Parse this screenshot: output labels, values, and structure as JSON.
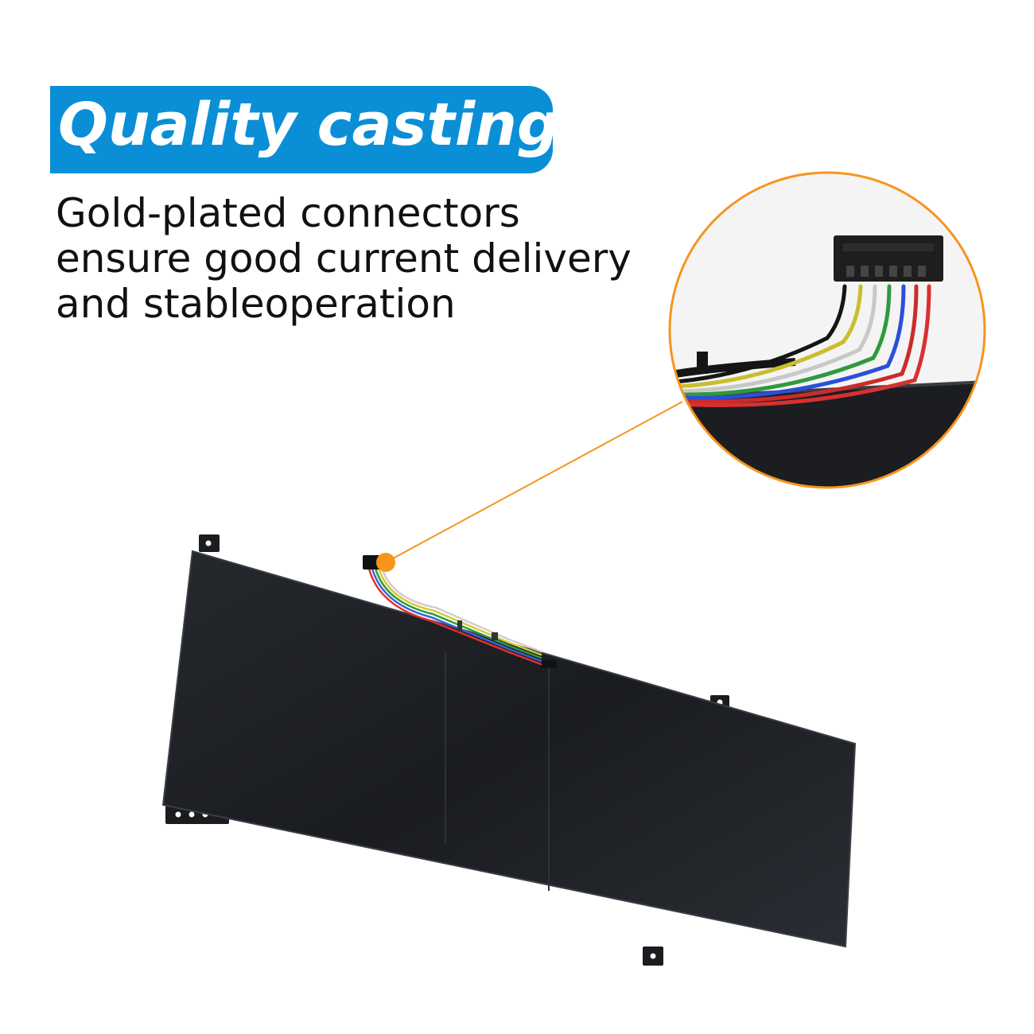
{
  "banner": {
    "title": "Quality casting"
  },
  "description": {
    "lines": [
      "Gold-plated connectors",
      "ensure good current delivery",
      "and stableoperation"
    ]
  },
  "colors": {
    "banner_bg": "#0a8fd6",
    "callout_orange": "#f7941d",
    "battery_body": "#1c1e22"
  },
  "icons": {
    "callout_marker": "orange-dot-icon",
    "connector": "connector-icon"
  }
}
